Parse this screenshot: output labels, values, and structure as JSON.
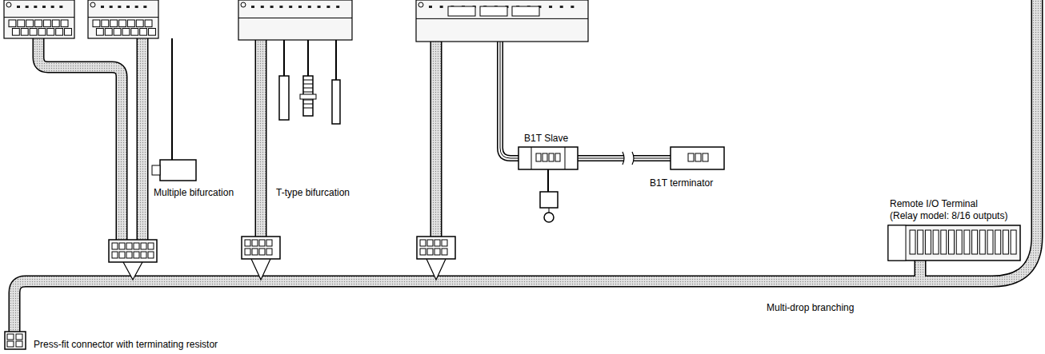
{
  "diagram": {
    "labels": [
      "Multiple bifurcation",
      "T-type bifurcation",
      "B1T Slave",
      "B1T terminator",
      "Remote I/O Terminal",
      "(Relay model: 8/16 outputs)",
      "Multi-drop branching",
      "Press-fit connector with terminating resistor"
    ]
  }
}
